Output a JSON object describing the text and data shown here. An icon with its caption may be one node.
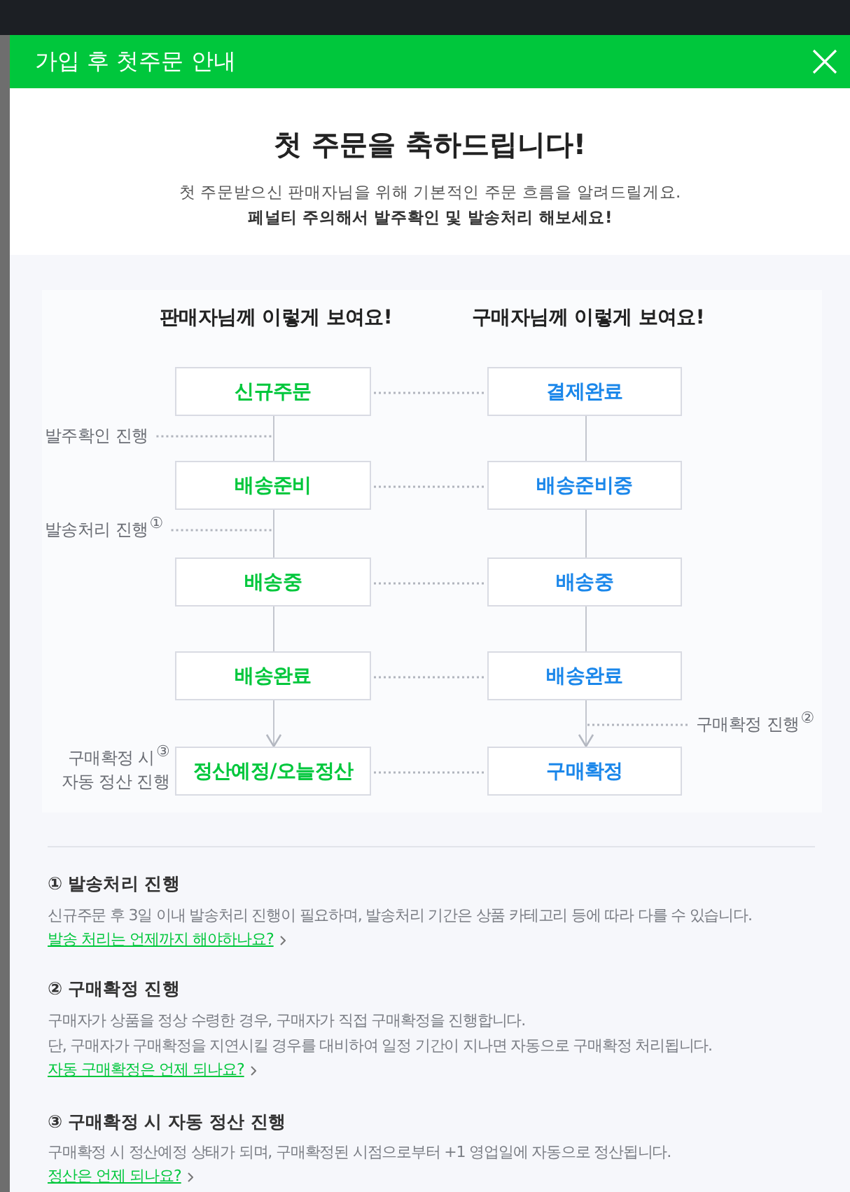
{
  "diagram": {
    "title": "가입 후 첫주문 안내",
    "nodes": [
      {
        "text": [
          "신규주문"
        ]
      },
      {
        "text": [
          "배송준비"
        ]
      },
      {
        "text": [
          "배송중"
        ]
      },
      {
        "text": [
          "배송완료"
        ]
      },
      {
        "text": [
          "정산예정/오늘정산"
        ],
        "beside": [
          "구매확정 시$^{③}$ 자동 정산 진행"
        ]
      },
      {
        "text": [
          "결제완료"
        ]
      },
      {
        "text": [
          "배송준비중"
        ]
      },
      {
        "text": [
          "배송중"
        ]
      },
      {
        "text": [
          "배송완료"
        ]
      },
      {
        "text": [
          "구매확정"
        ]
      },
      {
        "text": [
          "발주확인 진행"
        ]
      },
      {
        "text": [
          "발송처리 진행$^{①}$"
        ]
      },
      {
        "text": [
          "구매확정 진행$^{②}$"
        ]
      }
    ],
    "edges": [
      {
        "from": 0,
        "to": 1,
        "arrow": "none"
      },
      {
        "from": 1,
        "to": 2,
        "arrow": "none"
      },
      {
        "from": 2,
        "to": 3,
        "arrow": "none"
      },
      {
        "from": 3,
        "to": 4,
        "arrow": "to"
      },
      {
        "from": 5,
        "to": 6,
        "arrow": "none"
      },
      {
        "from": 6,
        "to": 7,
        "arrow": "none"
      },
      {
        "from": 7,
        "to": 8,
        "arrow": "none"
      },
      {
        "from": 8,
        "to": 9,
        "arrow": "to"
      },
      {
        "from": 0,
        "to": 5,
        "arrow": "none",
        "style": "dashed"
      },
      {
        "from": 1,
        "to": 6,
        "arrow": "none",
        "style": "dashed"
      },
      {
        "from": 2,
        "to": 7,
        "arrow": "none",
        "style": "dashed"
      },
      {
        "from": 3,
        "to": 8,
        "arrow": "none",
        "style": "dashed"
      },
      {
        "from": 4,
        "to": 9,
        "arrow": "none",
        "style": "dashed"
      },
      {
        "from": 10,
        "to": null,
        "arrow": "none",
        "style": "dashed"
      },
      {
        "from": 11,
        "to": null,
        "arrow": "none",
        "style": "dashed"
      },
      {
        "from": 12,
        "to": null,
        "arrow": "none",
        "style": "dashed"
      }
    ],
    "labels": [
      "첫 주문을 **축하드립니다!**",
      "첫 주문받으신 판매자님을 위해 기본적인 주문 흐름을 알려드릴게요.",
      "페널티 주의해서 발주확인 및 발송처리 해보세요!",
      "**판매자님**께 이렇게 보여요!",
      "**구매자님**께 이렇게 보여요!",
      "① 발송처리 진행",
      "신규주문 후 3일 이내 발송처리 진행이 필요하며, 발송처리 기간은 상품 카테고리 등에 따라 다를 수 있습니다.",
      "발송 처리는 언제까지 해야하나요?",
      "② 구매확정 진행",
      "구매자가 상품을 정상 수령한 경우, 구매자가 직접 구매확정을 진행합니다.",
      "단, 구매자가 구매확정을 지연시킬 경우를 대비하여 일정 기간이 지나면 자동으로 구매확정 처리됩니다.",
      "자동 구매확정은 언제 되나요?",
      "③ 구매확정 시 자동 정산 진행",
      "구매확정 시 정산예정 상태가 되며, 구매확정된 시점으로부터 +1 영업일에 자동으로 정산됩니다.",
      "정산은 언제 되나요?"
    ]
  }
}
